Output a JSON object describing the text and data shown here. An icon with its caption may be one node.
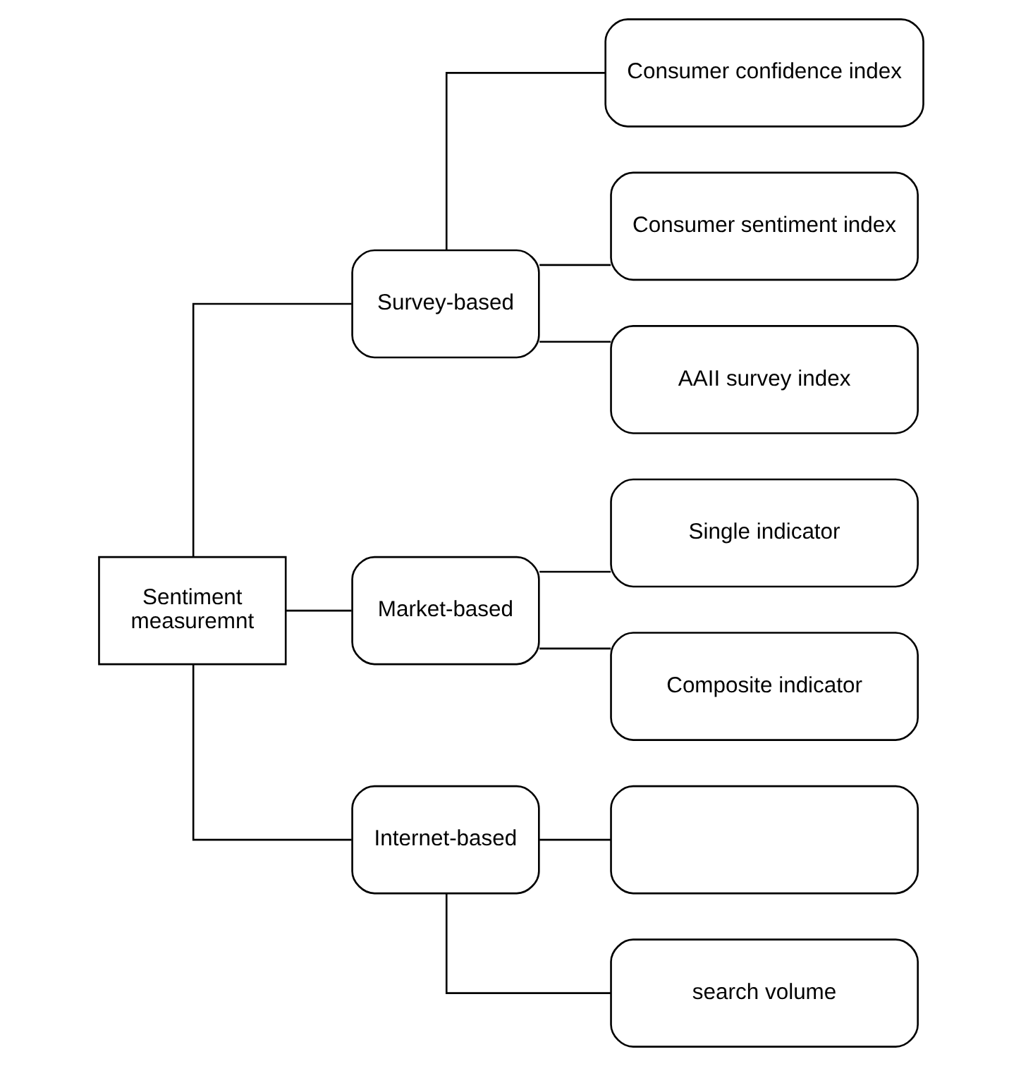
{
  "diagram": {
    "nodes": [
      {
        "text": [
          "Sentiment measuremnt"
        ]
      },
      {
        "text": [
          "Survey-based"
        ]
      },
      {
        "text": [
          "Market-based"
        ]
      },
      {
        "text": [
          "Internet-based"
        ]
      },
      {
        "text": [
          "Consumer confidence index"
        ]
      },
      {
        "text": [
          "Consumer sentiment index"
        ]
      },
      {
        "text": [
          "AAII survey index"
        ]
      },
      {
        "text": [
          "Single indicator"
        ]
      },
      {
        "text": [
          "Composite indicator"
        ]
      },
      {
        "text": [],
        "shape": "box"
      },
      {
        "text": [
          "search volume"
        ]
      }
    ],
    "edges": [
      {
        "from": 0,
        "to": 1,
        "arrow": "none"
      },
      {
        "from": 0,
        "to": 2,
        "arrow": "none"
      },
      {
        "from": 0,
        "to": 3,
        "arrow": "none"
      },
      {
        "from": 1,
        "to": 4,
        "arrow": "none"
      },
      {
        "from": 1,
        "to": 5,
        "arrow": "none"
      },
      {
        "from": 1,
        "to": 6,
        "arrow": "none"
      },
      {
        "from": 2,
        "to": 7,
        "arrow": "none"
      },
      {
        "from": 2,
        "to": 8,
        "arrow": "none"
      },
      {
        "from": 3,
        "to": 9,
        "arrow": "none"
      },
      {
        "from": 3,
        "to": 10,
        "arrow": "none"
      }
    ]
  }
}
